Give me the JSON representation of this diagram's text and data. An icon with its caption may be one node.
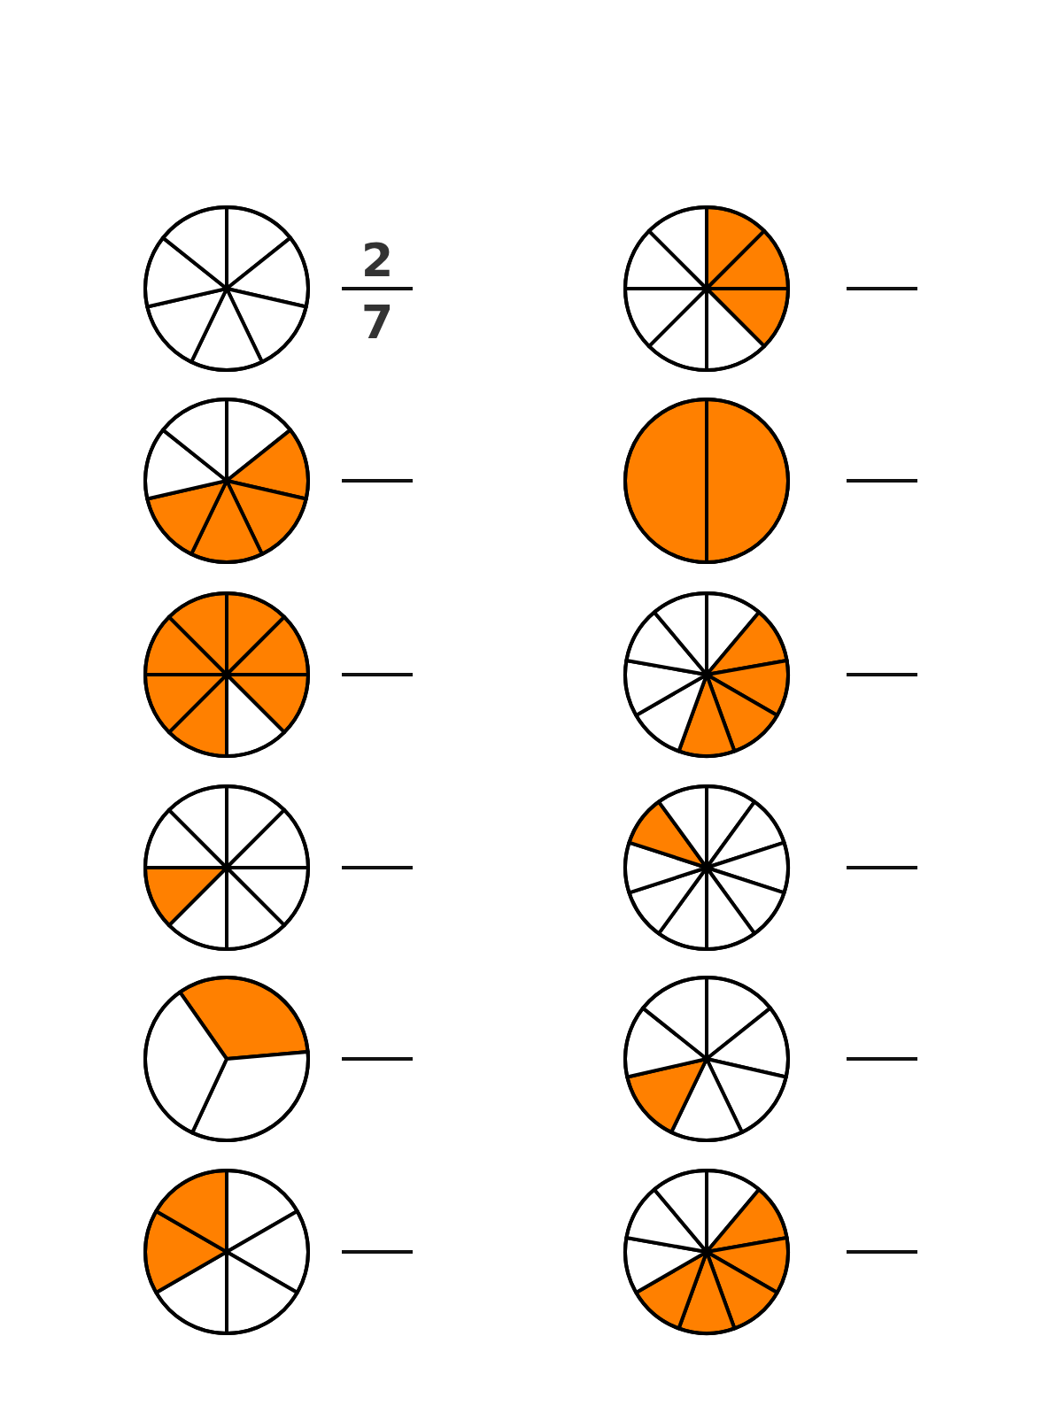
{
  "diagram": {
    "nodes": [
      {
        "text": [],
        "shape": "circle"
      },
      {
        "text": [],
        "shape": "circle"
      },
      {
        "text": [],
        "shape": "circle"
      },
      {
        "text": [],
        "shape": "circle"
      },
      {
        "text": [],
        "shape": "circle"
      },
      {
        "text": [],
        "shape": "circle"
      },
      {
        "text": [],
        "shape": "circle"
      },
      {
        "text": [],
        "shape": "circle"
      },
      {
        "text": [],
        "shape": "circle"
      },
      {
        "text": [],
        "shape": "circle"
      },
      {
        "text": [],
        "shape": "circle"
      },
      {
        "text": [],
        "shape": "circle"
      }
    ],
    "labels": [
      "2",
      "7"
    ]
  }
}
